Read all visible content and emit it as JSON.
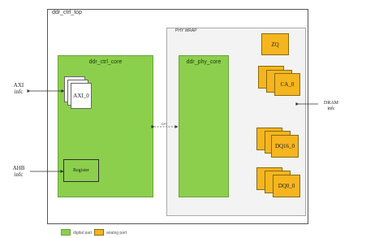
{
  "top": {
    "title": "ddr_ctrl_top"
  },
  "ctrl_core": {
    "title": "ddr_ctrl_core",
    "axi_label": "AXI_0",
    "register_label": "Register"
  },
  "phy_wrap": {
    "title": "PHY WRAP",
    "phy_core_title": "ddr_phy_core",
    "zq_label": "ZQ",
    "ca_label": "CA_0",
    "dq16_label": "DQ16_0",
    "dq0_label": "DQ0_0"
  },
  "interfaces": {
    "axi": [
      "AXI",
      "infc"
    ],
    "ahb": [
      "AHB",
      "infc"
    ],
    "dram": [
      "DRAM",
      "infc"
    ],
    "dfi": "DFI"
  },
  "legend": {
    "digital": "digital part",
    "analog": "analog part"
  },
  "colors": {
    "digital": "#8ccf4d",
    "analog": "#f5b51e"
  }
}
